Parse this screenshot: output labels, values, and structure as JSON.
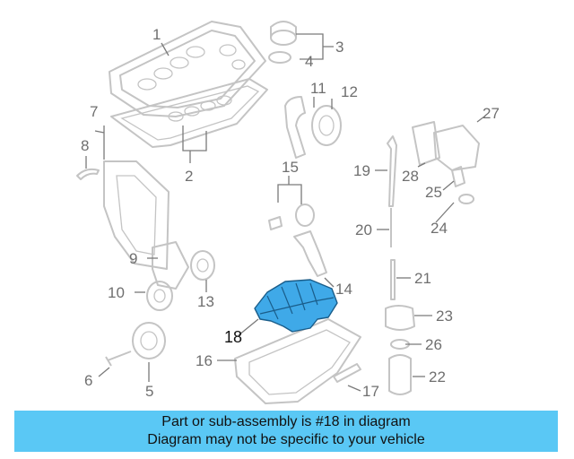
{
  "callouts": {
    "c1": "1",
    "c2": "2",
    "c3": "3",
    "c4": "4",
    "c5": "5",
    "c6": "6",
    "c7": "7",
    "c8": "8",
    "c9": "9",
    "c10": "10",
    "c11": "11",
    "c12": "12",
    "c13": "13",
    "c14": "14",
    "c15": "15",
    "c16": "16",
    "c17": "17",
    "c18": "18",
    "c19": "19",
    "c20": "20",
    "c21": "21",
    "c22": "22",
    "c23": "23",
    "c24": "24",
    "c25": "25",
    "c26": "26",
    "c27": "27",
    "c28": "28"
  },
  "highlighted_part": "18",
  "highlight_color": "#3fa9e8",
  "banner": {
    "line1": "Part or sub-assembly is #18 in diagram",
    "line2": "Diagram may not be specific to your vehicle",
    "background": "#5ac8f5"
  }
}
